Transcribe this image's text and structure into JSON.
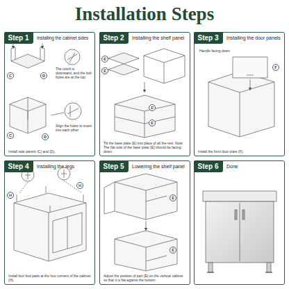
{
  "diagram": {
    "title": "Installation Steps",
    "nodes": [
      {
        "text": [
          "Installing the cabinet sides",
          "Install side panels (C) and (D)."
        ]
      },
      {
        "text": [
          "Step 1"
        ],
        "in": 0
      },
      {
        "text": [
          "Installing the shelf panel",
          "Tilt the base plate (E) into place of all the rest. Note: The flat side of the base plate (E) should be facing down."
        ]
      },
      {
        "text": [
          "Step 2"
        ],
        "in": 2
      },
      {
        "text": [
          "Installing the door panels",
          "Install the front door plate (F)."
        ]
      },
      {
        "text": [
          "Step 3"
        ],
        "in": 4
      },
      {
        "text": [
          "Installing the legs",
          "Install four foot pads at the four corners of the cabinet (H)."
        ]
      },
      {
        "text": [
          "Step 4"
        ],
        "in": 6
      },
      {
        "text": [
          "Lowering the shelf panel",
          "Adjust the position of part (E) on the vertical cabinet so that it is flat against the bottom."
        ]
      },
      {
        "text": [
          "Step 5"
        ],
        "in": 8
      },
      {
        "text": [
          "Done"
        ]
      },
      {
        "text": [
          "Step 6"
        ],
        "in": 10
      }
    ],
    "labels": [
      "C",
      "D",
      "The notch is downward, and the bolt holes are at the top",
      "C",
      "D",
      "Align the holes to insert into each other",
      "E",
      "E",
      "E",
      "E",
      "Handle facing down",
      "F",
      "H",
      "H",
      "E",
      "E"
    ]
  }
}
